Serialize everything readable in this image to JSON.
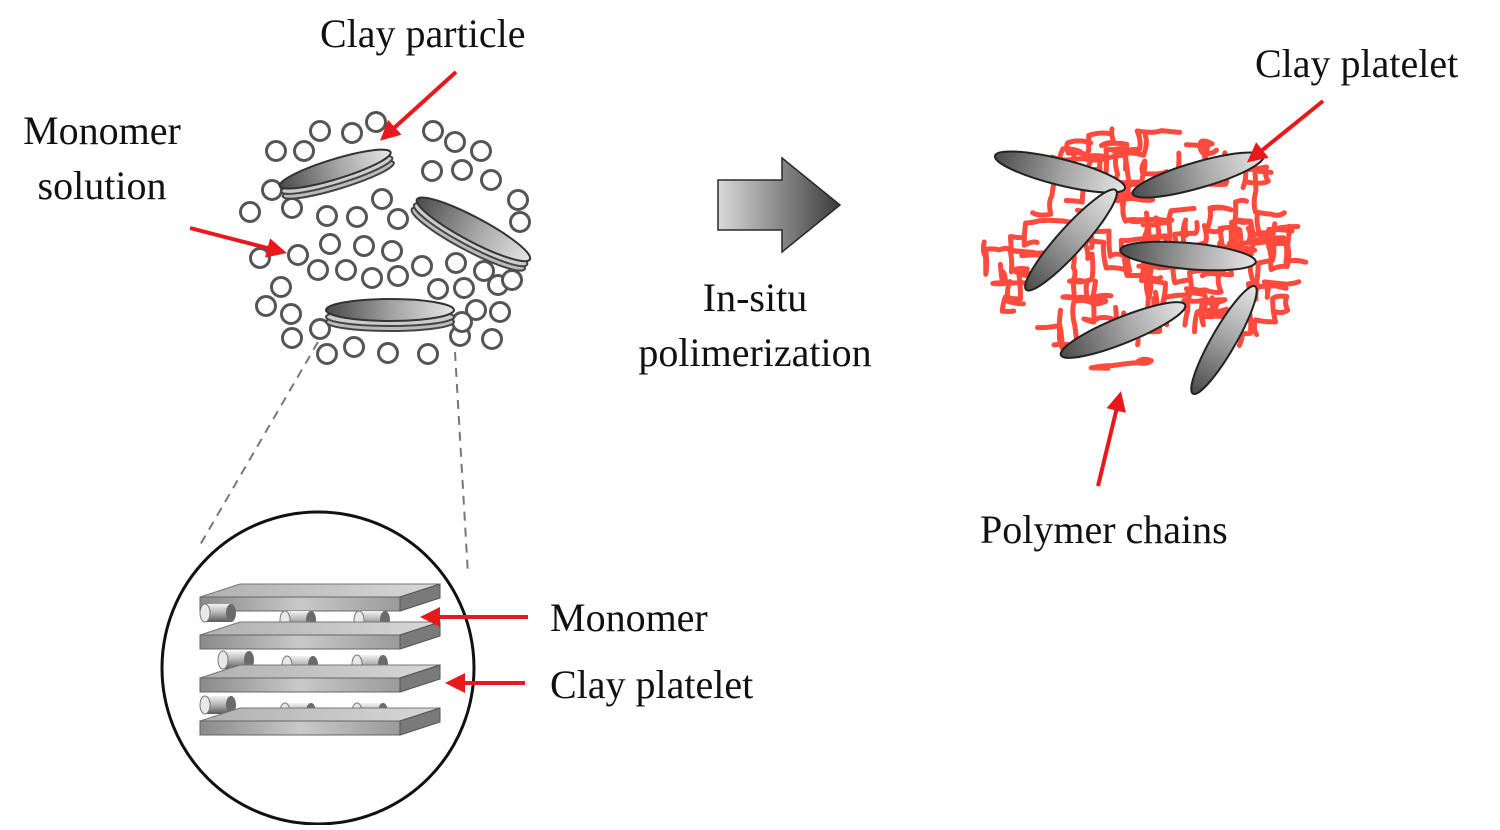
{
  "labels": {
    "clay_particle": "Clay particle",
    "monomer_solution_1": "Monomer",
    "monomer_solution_2": "solution",
    "clay_platelet_top": "Clay platelet",
    "in_situ_1": "In-situ",
    "in_situ_2": "polimerization",
    "polymer_chains": "Polymer chains",
    "monomer": "Monomer",
    "clay_platelet_bottom": "Clay platelet"
  },
  "colors": {
    "arrow_red": "#e8191c",
    "polymer_red": "#ff4a3d",
    "circle_stroke": "#555555",
    "platelet_dark": "#4a4a4a",
    "platelet_light": "#e6e6e6",
    "process_arrow_dark": "#3c3c3c",
    "process_arrow_light": "#d9d9d9"
  },
  "icons": {
    "process_arrow": "right-arrow-icon",
    "pointer_arrow": "red-arrow-icon"
  }
}
